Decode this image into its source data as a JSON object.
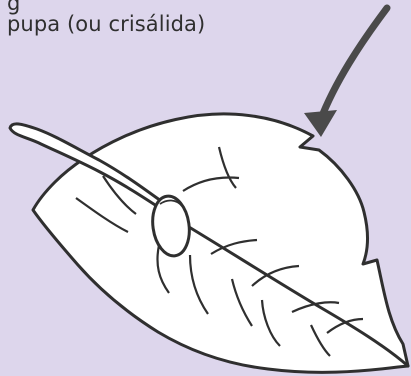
{
  "caption": {
    "line_1": "g",
    "line_2": "pupa (ou crisálida)"
  },
  "colors": {
    "background": "#ddd6ec",
    "ink": "#2f2f2f",
    "arrow": "#4a4a4a",
    "leaf_fill": "#ffffff"
  },
  "arrow": {
    "icon": "curved-arrow-pointing-down-left"
  }
}
